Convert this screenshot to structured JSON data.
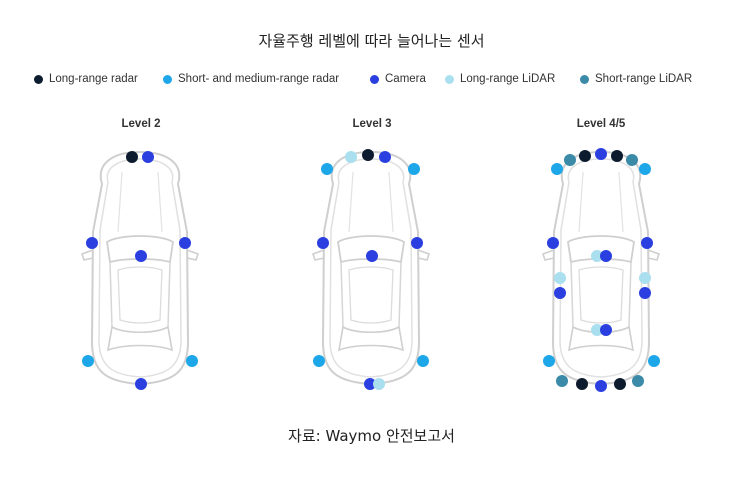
{
  "title": "자율주행 레벨에 따라 늘어나는 센서",
  "legend": [
    {
      "label": "Long-range radar",
      "color": "#0d1b2e",
      "icon": "dark-navy-dot"
    },
    {
      "label": "Short- and medium-range radar",
      "color": "#1ea7e8",
      "icon": "sky-blue-dot"
    },
    {
      "label": "Camera",
      "color": "#2b3fe0",
      "icon": "royal-blue-dot"
    },
    {
      "label": "Long-range LiDAR",
      "color": "#a9dfee",
      "icon": "pale-cyan-dot"
    },
    {
      "label": "Short-range LiDAR",
      "color": "#3b8aa8",
      "icon": "teal-dot"
    }
  ],
  "levels": [
    {
      "label": "Level 2"
    },
    {
      "label": "Level 3"
    },
    {
      "label": "Level 4/5"
    }
  ],
  "source": "자료: Waymo 안전보고서"
}
